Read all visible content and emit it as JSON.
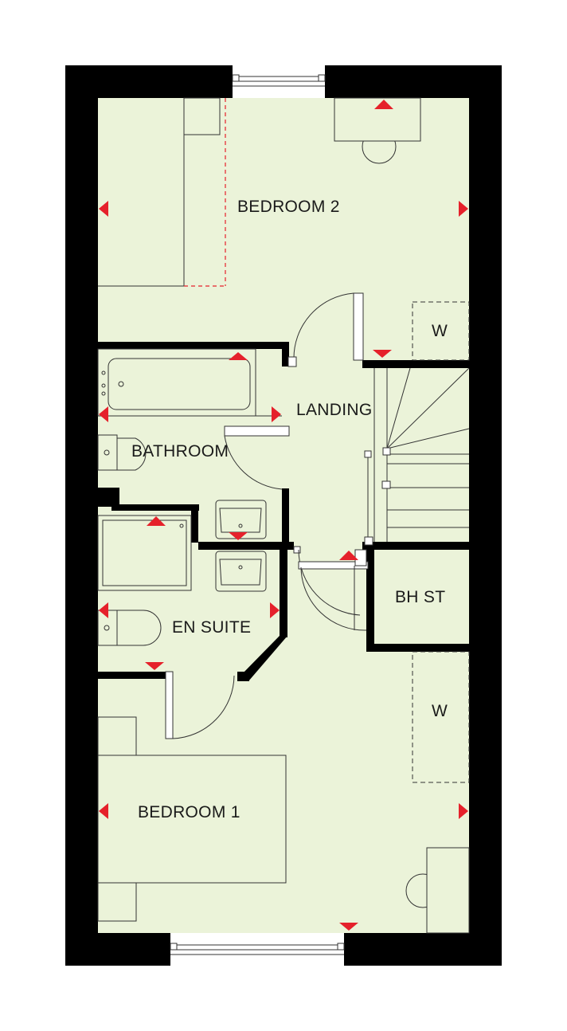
{
  "plan": {
    "colors": {
      "wall": "#000000",
      "floor": "#ebf3d9",
      "fixture_line": "#333333",
      "marker": "#e5212b",
      "dashed_outline": "#e5212b",
      "background": "#ffffff"
    },
    "rooms": {
      "bedroom2": "BEDROOM 2",
      "wardrobe_top": "W",
      "landing": "LANDING",
      "bathroom": "BATHROOM",
      "boiler_store": "BH ST",
      "en_suite": "EN SUITE",
      "wardrobe_bottom": "W",
      "bedroom1": "BEDROOM 1"
    },
    "icons": {
      "marker": "red-triangle-marker-icon",
      "window": "window-icon",
      "door": "door-swing-icon"
    }
  }
}
